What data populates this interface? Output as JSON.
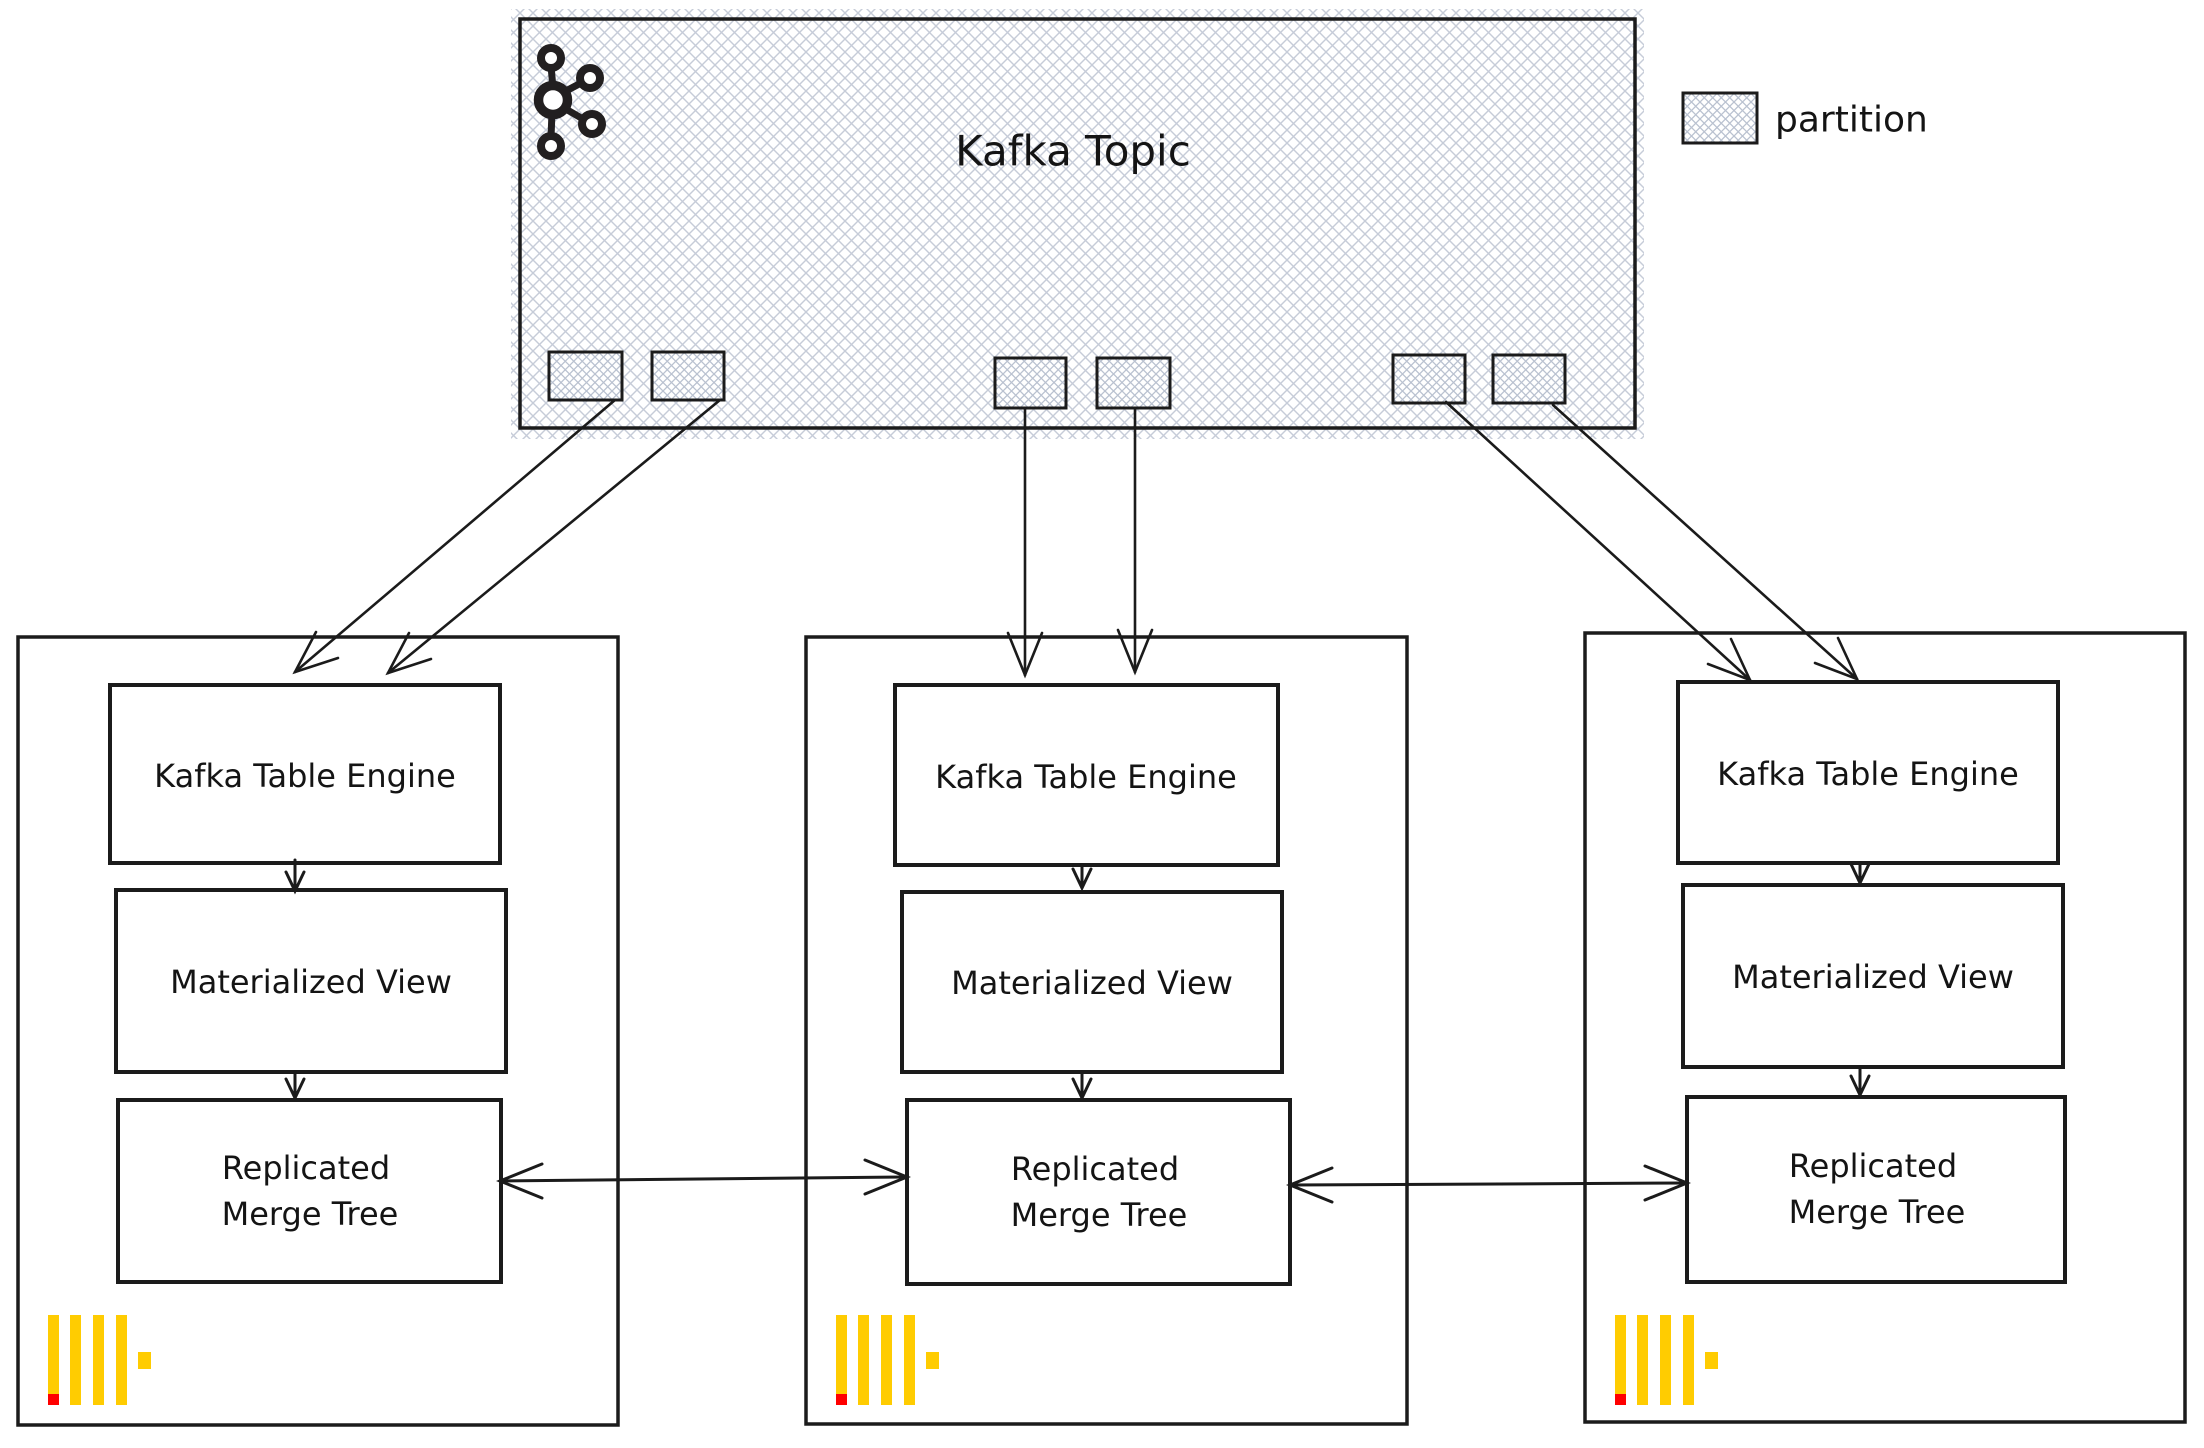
{
  "diagram": {
    "title": "Kafka Topic",
    "legend": {
      "label": "partition"
    },
    "partition_count": 6,
    "nodes": [
      {
        "kafka_table_engine": "Kafka Table Engine",
        "materialized_view": "Materialized View",
        "replicated_merge_tree_line1": "Replicated",
        "replicated_merge_tree_line2": "Merge Tree"
      },
      {
        "kafka_table_engine": "Kafka Table Engine",
        "materialized_view": "Materialized View",
        "replicated_merge_tree_line1": "Replicated",
        "replicated_merge_tree_line2": "Merge Tree"
      },
      {
        "kafka_table_engine": "Kafka Table Engine",
        "materialized_view": "Materialized View",
        "replicated_merge_tree_line1": "Replicated",
        "replicated_merge_tree_line2": "Merge Tree"
      }
    ],
    "colors": {
      "stroke": "#1b1b1b",
      "hatch_light": "#c6ccd8",
      "hatch_dense": "#b9c1d0",
      "clickhouse_yellow": "#ffcc01",
      "clickhouse_red": "#ff0000",
      "kafka_logo": "#221f20"
    }
  }
}
